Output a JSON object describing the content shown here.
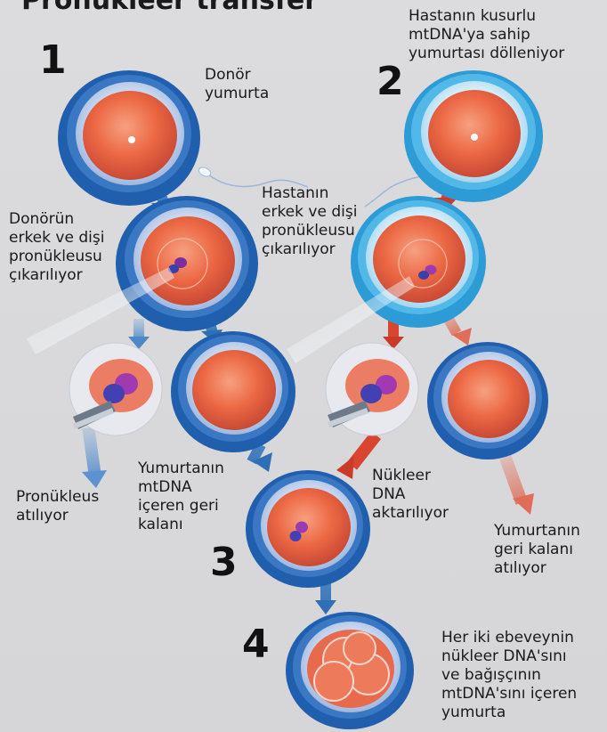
{
  "title": "Pronükleer transfer",
  "steps": {
    "s1": "1",
    "s2": "2",
    "s3": "3",
    "s4": "4"
  },
  "labels": {
    "donor_egg": "Donör\nyumurta",
    "patient_egg": "Hastanın kusurlu\nmtDNA'ya sahip\nyumurtası dölleniyor",
    "donor_pronuclei": "Donörün\nerkek ve dişi\npronükleusu\nçıkarılıyor",
    "patient_pronuclei": "Hastanın\nerkek ve dişi\npronükleusu\nçıkarılıyor",
    "pronucleus_discarded": "Pronükleus\natılıyor",
    "egg_remainder_mtdna": "Yumurtanın\nmtDNA\niçeren geri\nkalanı",
    "nuclear_transfer": "Nükleer\nDNA\naktarılıyor",
    "egg_remainder_discarded": "Yumurtanın\ngeri kalanı\natılıyor",
    "final_egg": "Her iki ebeveynin\nnükleer DNA'sını\nve bağışçının\nmtDNA'sını içeren\nyumurta"
  },
  "colors": {
    "donor_ring": "#1f5fae",
    "patient_ring": "#28a8e0",
    "egg_core": "#ee6a45",
    "arrow_blue": "#3d7ec4",
    "arrow_red": "#d9452f"
  }
}
